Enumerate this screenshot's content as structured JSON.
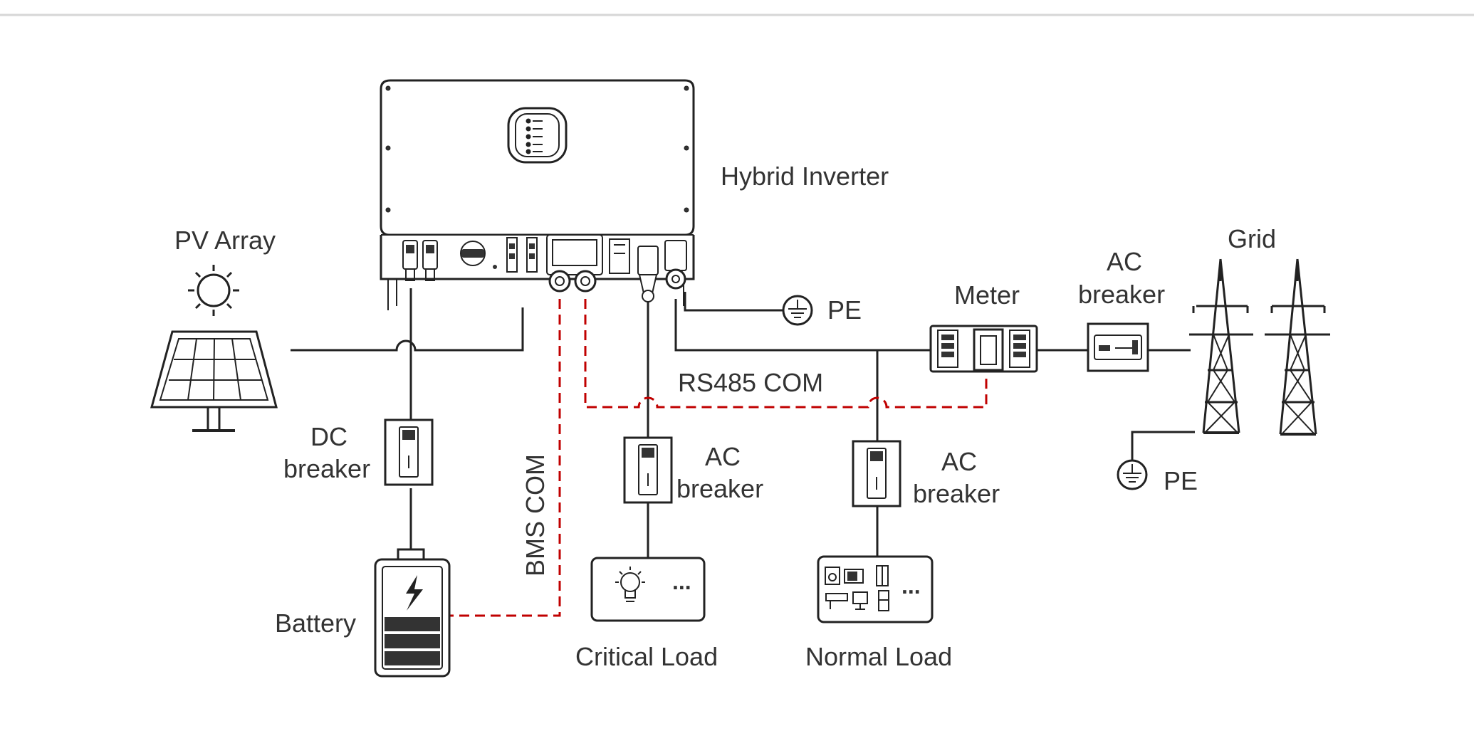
{
  "labels": {
    "hybrid_inverter": "Hybrid Inverter",
    "pv_array": "PV Array",
    "grid": "Grid",
    "meter": "Meter",
    "pe": "PE",
    "ac_breaker_line1": "AC",
    "ac_breaker_line2": "breaker",
    "dc_breaker_line1": "DC",
    "dc_breaker_line2": "breaker",
    "rs485_com": "RS485 COM",
    "bms_com": "BMS COM",
    "battery": "Battery",
    "critical_load": "Critical Load",
    "normal_load": "Normal Load",
    "ellipsis": "..."
  },
  "colors": {
    "line": "#222222",
    "text": "#333333",
    "comm_dashed": "#c00000",
    "separator": "#d6d6d6"
  },
  "icons": [
    "sun-icon",
    "solar-panel-icon",
    "lightning-icon",
    "bulb-icon",
    "appliances-icon",
    "ground-icon",
    "transmission-tower-icon"
  ]
}
